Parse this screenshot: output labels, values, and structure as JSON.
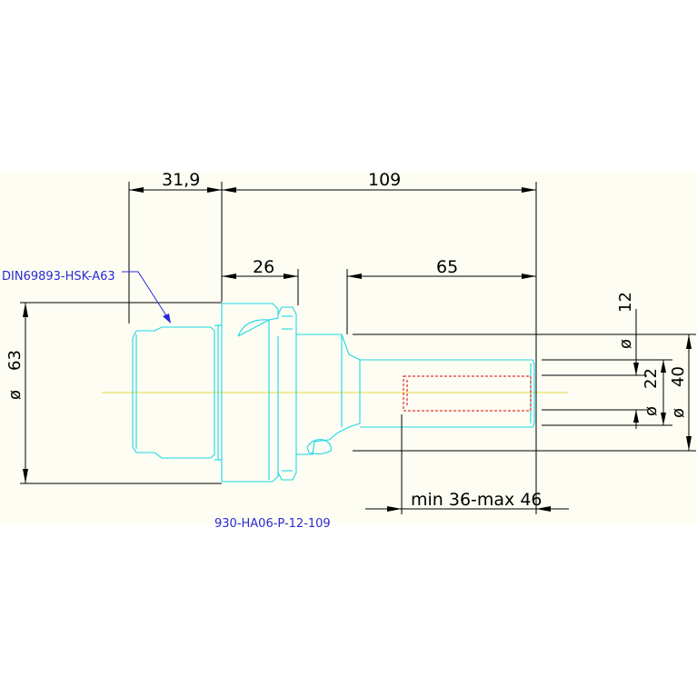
{
  "colors": {
    "sheet": "#fdfdf3",
    "part_outline": "#1cd7e6",
    "dimension": "#000000",
    "label": "#2a2ad8",
    "hidden_bore": "#e00000",
    "center_axis": "#e8d84a"
  },
  "dimensions": {
    "flange_length": "31,9",
    "total_length": "109",
    "collar_length": "26",
    "shank_length": "65",
    "diameter_63": "63",
    "diameter_12": "12",
    "diameter_22": "22",
    "diameter_40": "40",
    "diameter_symbol": "ø",
    "depth_range": "min 36-max 46"
  },
  "labels": {
    "interface_standard": "DIN69893-HSK-A63",
    "part_number": "930-HA06-P-12-109"
  }
}
